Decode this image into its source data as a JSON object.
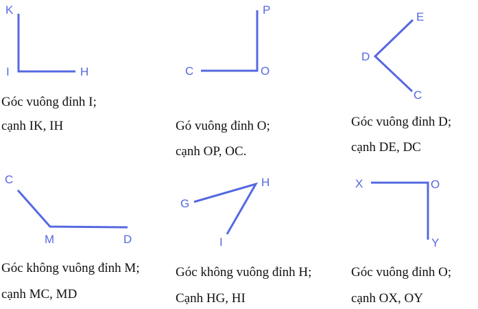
{
  "stroke_color": "#5568e0",
  "text_color": "#111111",
  "panels": [
    {
      "labels": {
        "a": "K",
        "v": "I",
        "b": "H"
      },
      "line1": "Góc vuông đỉnh I;",
      "line2": "cạnh IK, IH"
    },
    {
      "labels": {
        "a": "P",
        "v": "O",
        "b": "C"
      },
      "line1": "Gó vuông đỉnh O;",
      "line2": "cạnh OP, OC."
    },
    {
      "labels": {
        "a": "E",
        "v": "D",
        "b": "C"
      },
      "line1": "Góc vuông đỉnh D;",
      "line2": "cạnh DE, DC"
    },
    {
      "labels": {
        "a": "C",
        "v": "M",
        "b": "D"
      },
      "line1": "Góc không vuông đỉnh M;",
      "line2": "cạnh MC, MD"
    },
    {
      "labels": {
        "a": "H",
        "g": "G",
        "b": "I"
      },
      "line1": "Góc không vuông đỉnh H;",
      "line2": "Cạnh HG, HI"
    },
    {
      "labels": {
        "a": "X",
        "v": "O",
        "b": "Y"
      },
      "line1": "Góc vuông đỉnh O;",
      "line2": "cạnh OX, OY"
    }
  ]
}
